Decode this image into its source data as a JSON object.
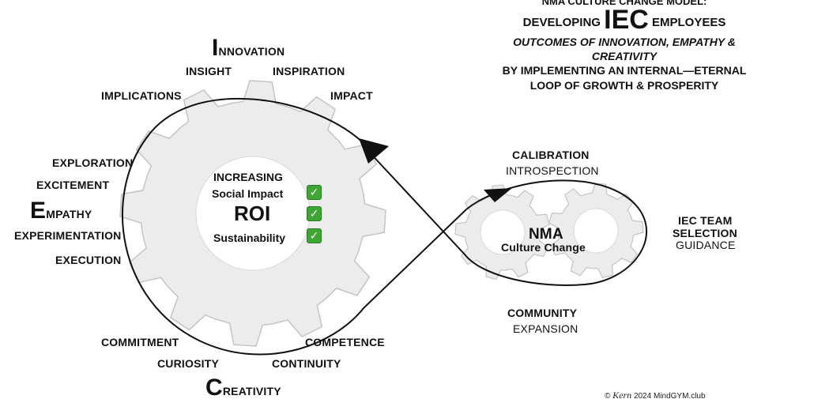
{
  "title": {
    "line1": "NMA CULTURE CHANGE MODEL:",
    "line2_pre": "DEVELOPING",
    "line2_iec": "IEC",
    "line2_post": "EMPLOYEES",
    "line3": "OUTCOMES OF INNOVATION, EMPATHY &",
    "line4": "CREATIVITY",
    "line5": "BY IMPLEMENTING AN INTERNAL—ETERNAL",
    "line6": "LOOP OF GROWTH & PROSPERITY"
  },
  "big_gear": {
    "increasing": "INCREASING",
    "social_impact": "Social Impact",
    "roi": "ROI",
    "sustainability": "Sustainability",
    "check_glyph": "✓"
  },
  "innovation": {
    "initial": "I",
    "rest": "NNOVATION",
    "words": [
      "INSIGHT",
      "INSPIRATION",
      "IMPLICATIONS",
      "IMPACT"
    ]
  },
  "empathy": {
    "initial": "E",
    "rest": "MPATHY",
    "words": [
      "EXPLORATION",
      "EXCITEMENT",
      "EXPERIMENTATION",
      "EXECUTION"
    ]
  },
  "creativity": {
    "initial": "C",
    "rest": "REATIVITY",
    "words": [
      "COMMITMENT",
      "CURIOSITY",
      "CONTINUITY",
      "COMPETENCE"
    ]
  },
  "small_loop": {
    "calibration": "CALIBRATION",
    "introspection": "INTROSPECTION",
    "nma": "NMA",
    "culture_change": "Culture Change",
    "community": "COMMUNITY",
    "expansion": "EXPANSION"
  },
  "iec_team": {
    "line1": "IEC TEAM",
    "line2": "SELECTION",
    "line3": "GUIDANCE"
  },
  "footer": {
    "copyright": "©",
    "signature": "Kern",
    "text": "2024 MindGYM.club"
  },
  "colors": {
    "gear_fill": "#ececec",
    "gear_stroke": "#c4c4c4",
    "loop_stroke": "#111111",
    "check_green": "#3fa535"
  }
}
